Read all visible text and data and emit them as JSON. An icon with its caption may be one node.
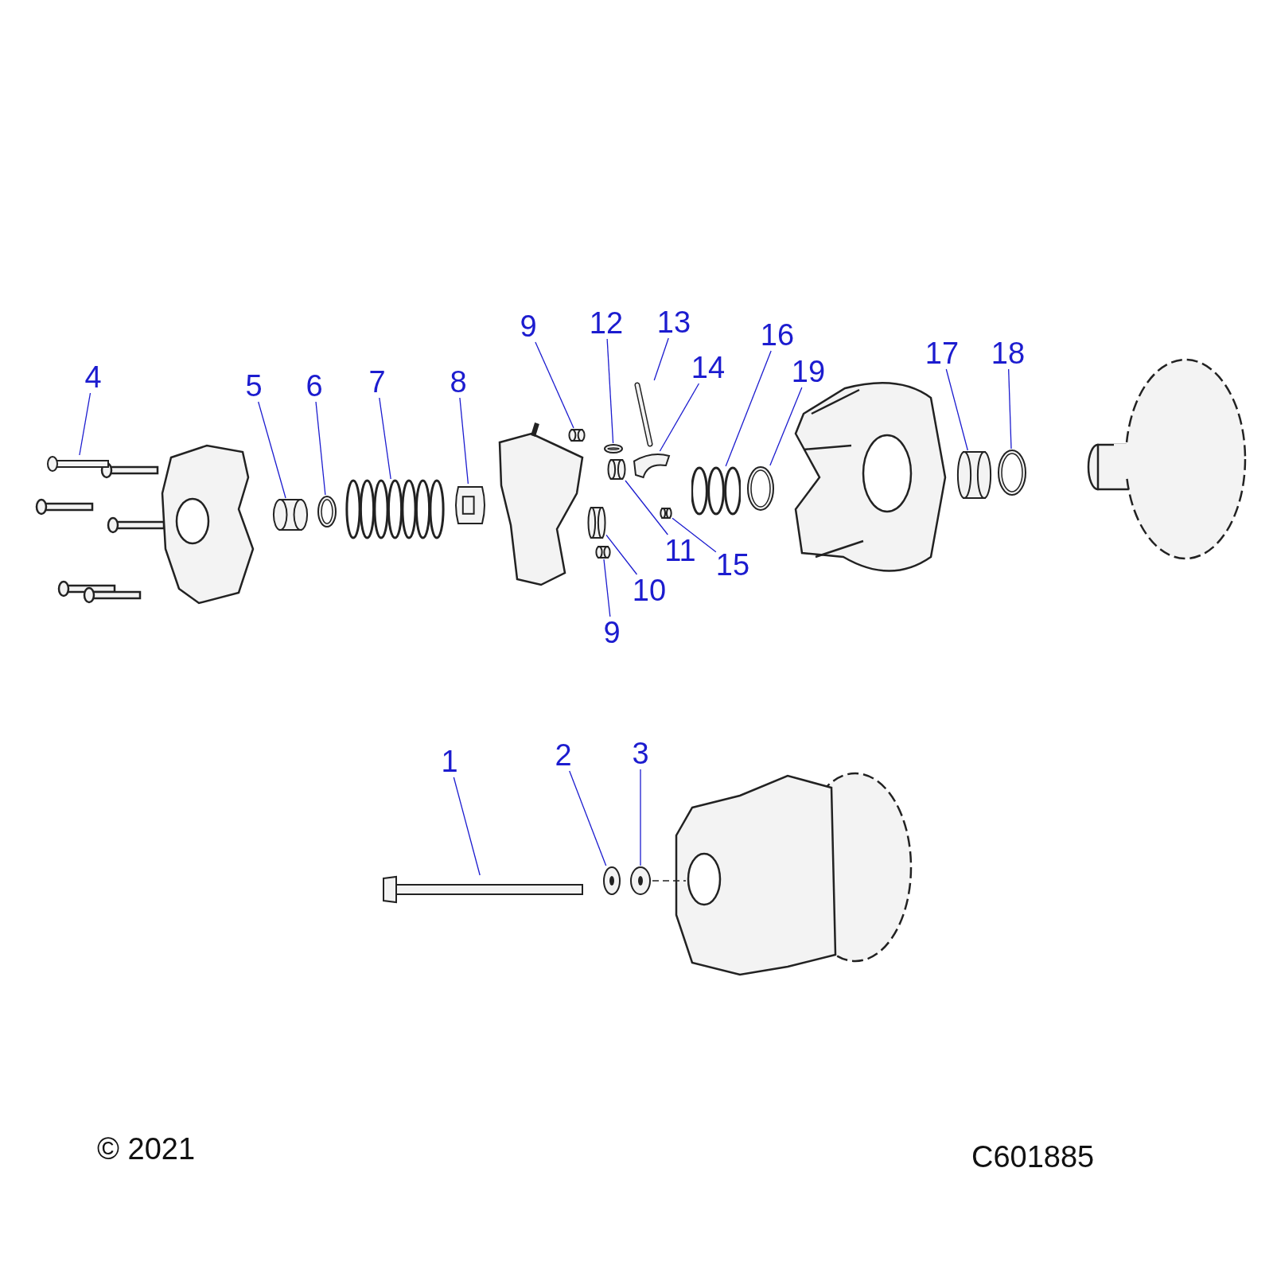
{
  "diagram": {
    "nodes": [
      {
        "text": [
          "4"
        ]
      },
      {
        "text": [
          "5"
        ]
      },
      {
        "text": [
          "6"
        ]
      },
      {
        "text": [
          "7"
        ]
      },
      {
        "text": [
          "8"
        ]
      },
      {
        "text": [
          "9"
        ]
      },
      {
        "text": [
          "12"
        ]
      },
      {
        "text": [
          "13"
        ]
      },
      {
        "text": [
          "14"
        ]
      },
      {
        "text": [
          "16"
        ]
      },
      {
        "text": [
          "19"
        ]
      },
      {
        "text": [
          "17"
        ]
      },
      {
        "text": [
          "18"
        ]
      },
      {
        "text": [
          "11"
        ]
      },
      {
        "text": [
          "15"
        ]
      },
      {
        "text": [
          "10"
        ]
      },
      {
        "text": [
          "9"
        ]
      },
      {
        "text": [
          "1"
        ]
      },
      {
        "text": [
          "2"
        ]
      },
      {
        "text": [
          "3"
        ]
      },
      {
        "text": [],
        "shape": "picture"
      },
      {
        "text": [],
        "shape": "cylinder"
      },
      {
        "text": [],
        "shape": "picture"
      },
      {
        "text": [],
        "shape": "picture"
      },
      {
        "text": [],
        "shape": "picture"
      },
      {
        "text": [],
        "shape": "cylinder"
      },
      {
        "text": [],
        "shape": "picture"
      },
      {
        "text": [],
        "shape": "picture"
      },
      {
        "text": [],
        "shape": "picture"
      },
      {
        "text": [],
        "shape": "picture"
      },
      {
        "text": [],
        "shape": "picture"
      },
      {
        "text": [],
        "shape": "cylinder"
      },
      {
        "text": [],
        "shape": "picture"
      },
      {
        "text": [],
        "shape": "cylinder"
      },
      {
        "text": [],
        "shape": "cylinder"
      },
      {
        "text": [],
        "shape": "cylinder"
      },
      {
        "text": [],
        "shape": "cylinder"
      },
      {
        "text": [],
        "shape": "picture"
      },
      {
        "text": [],
        "shape": "picture"
      },
      {
        "text": [],
        "shape": "picture"
      }
    ],
    "edges": [
      {
        "from": 0,
        "to": 20,
        "arrow": "none"
      },
      {
        "from": 1,
        "to": 21,
        "arrow": "none"
      },
      {
        "from": 2,
        "to": 22,
        "arrow": "none"
      },
      {
        "from": 3,
        "to": 23,
        "arrow": "none"
      },
      {
        "from": 4,
        "to": 24,
        "arrow": "none"
      },
      {
        "from": 5,
        "to": 25,
        "arrow": "none"
      },
      {
        "from": 6,
        "to": 26,
        "arrow": "none"
      },
      {
        "from": 7,
        "to": 27,
        "arrow": "none"
      },
      {
        "from": 8,
        "to": 28,
        "arrow": "none"
      },
      {
        "from": 9,
        "to": 29,
        "arrow": "none"
      },
      {
        "from": 10,
        "to": 30,
        "arrow": "none"
      },
      {
        "from": 11,
        "to": 31,
        "arrow": "none"
      },
      {
        "from": 12,
        "to": 32,
        "arrow": "none"
      },
      {
        "from": 13,
        "to": 33,
        "arrow": "none"
      },
      {
        "from": 14,
        "to": 34,
        "arrow": "none"
      },
      {
        "from": 15,
        "to": 35,
        "arrow": "none"
      },
      {
        "from": 16,
        "to": 36,
        "arrow": "none"
      },
      {
        "from": 17,
        "to": 37,
        "arrow": "none"
      },
      {
        "from": 18,
        "to": 38,
        "arrow": "none"
      },
      {
        "from": 19,
        "to": 39,
        "arrow": "none"
      }
    ],
    "labels": [
      "© 2021",
      "C601885"
    ]
  }
}
